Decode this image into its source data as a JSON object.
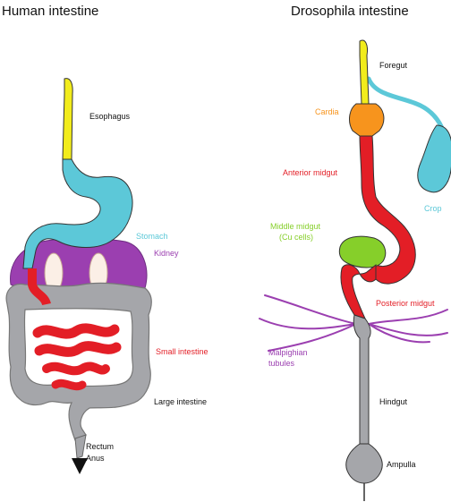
{
  "human": {
    "title": "Human intestine",
    "labels": {
      "esophagus": "Esophagus",
      "stomach": "Stomach",
      "kidney": "Kidney",
      "small_intestine": "Small intestine",
      "large_intestine": "Large intestine",
      "rectum": "Rectum",
      "anus": "Anus"
    }
  },
  "drosophila": {
    "title": "Drosophila intestine",
    "labels": {
      "foregut": "Foregut",
      "cardia": "Cardia",
      "crop": "Crop",
      "anterior_midgut": "Anterior midgut",
      "middle_midgut_line1": "Middle midgut",
      "middle_midgut_line2": "(Cu cells)",
      "posterior_midgut": "Posterior midgut",
      "malpighian_line1": "Malpighian",
      "malpighian_line2": "tubules",
      "hindgut": "Hindgut",
      "ampulla": "Ampulla"
    }
  },
  "colors": {
    "foregut_esophagus": "#f2ec1c",
    "stomach_crop": "#5cc8d8",
    "cardia": "#f7941d",
    "midgut_intestine": "#e31e26",
    "middle_midgut": "#86cf2a",
    "kidney_tubules": "#9b3fb0",
    "large_intestine_hindgut": "#a5a6aa"
  }
}
